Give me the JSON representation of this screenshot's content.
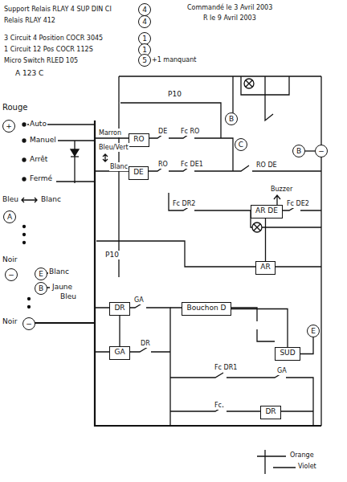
{
  "diagram": {
    "nodes": [
      {
        "text": [
          "4"
        ]
      },
      {
        "text": [
          "4"
        ]
      },
      {
        "text": [
          "1"
        ]
      },
      {
        "text": [
          "1"
        ]
      },
      {
        "text": [
          "5"
        ]
      },
      {
        "text": [
          "+"
        ]
      },
      {
        "text": [
          "A"
        ]
      },
      {
        "text": [
          "−"
        ]
      },
      {
        "text": [
          "E"
        ]
      },
      {
        "text": [
          "B"
        ]
      },
      {
        "text": [
          "−"
        ]
      },
      {
        "text": [
          "RO"
        ]
      },
      {
        "text": [
          "DE"
        ]
      },
      {
        "text": [
          "B"
        ]
      },
      {
        "text": [
          "C"
        ]
      },
      {
        "text": [
          "B"
        ]
      },
      {
        "text": [
          "−"
        ]
      },
      {
        "text": [
          "AR DE"
        ]
      },
      {
        "text": [
          "AR"
        ]
      },
      {
        "text": [
          "DR"
        ]
      },
      {
        "text": [
          "GA"
        ]
      },
      {
        "text": [
          "Bouchon D"
        ]
      },
      {
        "text": [
          "SUD"
        ]
      },
      {
        "text": [
          "E"
        ]
      },
      {
        "text": [
          "DR"
        ]
      }
    ],
    "edges": [
      {
        "from": 21,
        "to": 22,
        "arrow": "none"
      },
      {
        "from": 22,
        "to": 23,
        "arrow": "none"
      },
      {
        "from": 17,
        "to": 18,
        "arrow": "none"
      },
      {
        "from": 15,
        "to": 16,
        "arrow": "none"
      },
      {
        "from": 19,
        "to": 20,
        "arrow": "none"
      }
    ],
    "labels": [
      "Support Relais RLAY 4 SUP DIN CI",
      "Relais RLAY 412",
      "3 Circuit 4 Position COCR 3045",
      "1 Circuit 12 Pos COCR 112S",
      "Micro Switch RLED 105",
      "+1 manquant",
      "A 123 C",
      "Commandé le 3 Avril 2003",
      "R le 9 Avril 2003",
      "Rouge",
      "Auto",
      "Manuel",
      "Arrêt",
      "Fermé",
      "Bleu",
      "Blanc",
      "Noir",
      "Blanc",
      "Jaune",
      "Bleu",
      "Noir",
      "Marron",
      "Bleu/Vert",
      "Blanc",
      "P10",
      "DE",
      "Fc RO",
      "RO",
      "Fc DE1",
      "RO DE",
      "Fc DR2",
      "Buzzer",
      "Fc DE2",
      "P10",
      "GA",
      "DR",
      "Fc DR1",
      "GA",
      "Fc",
      "Orange",
      "Violet"
    ]
  }
}
